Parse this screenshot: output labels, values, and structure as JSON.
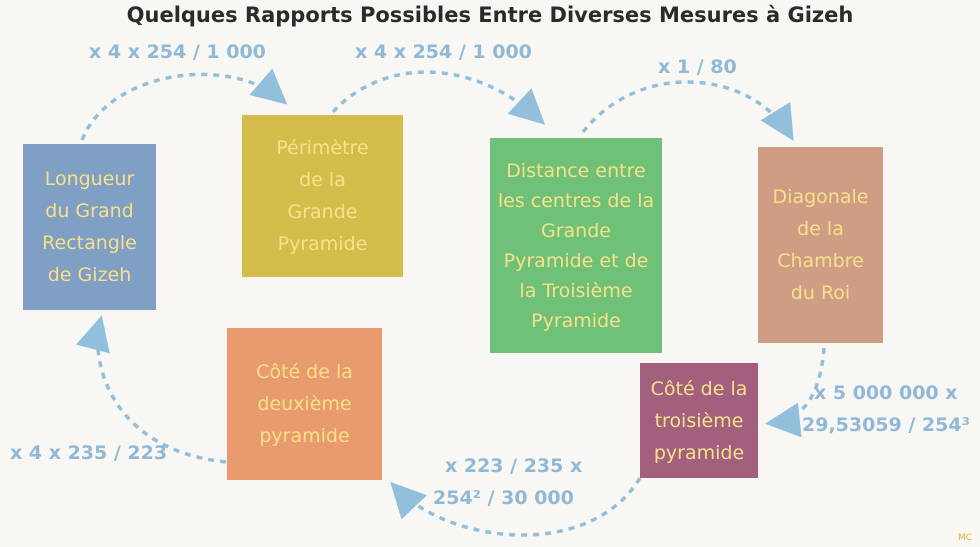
{
  "title": "Quelques Rapports Possibles Entre Diverses Mesures à Gizeh",
  "boxes": {
    "longueur": "Longueur du Grand Rectangle de Gizeh",
    "perimetre": "Périmètre de la Grande Pyramide",
    "distance": "Distance entre les centres de la Grande Pyramide et de la Troisième Pyramide",
    "diagonale": "Diagonale de la Chambre du  Roi",
    "cote2": "Côté de la deuxième pyramide",
    "cote3": "Côté de la troisième pyramide"
  },
  "labels": {
    "l1": "x 4 x 254 / 1 000",
    "l2": "x 4 x 254 / 1 000",
    "l3": "x 1 / 80",
    "l4a": "x 5 000 000 x",
    "l4b": "29,53059 / 254³",
    "l5a": "x 223 / 235 x",
    "l5b": "254² / 30 000",
    "l6": "x 4 x 235 / 223"
  },
  "credit": "MC",
  "colors": {
    "arrow": "#92bfdc",
    "text": "#f7e08a",
    "longueur": "#7f9fc4",
    "perimetre": "#d5bd4c",
    "distance": "#6fc178",
    "diagonale": "#cf9c84",
    "cote2": "#e79b6e",
    "cote3": "#a2607e"
  }
}
